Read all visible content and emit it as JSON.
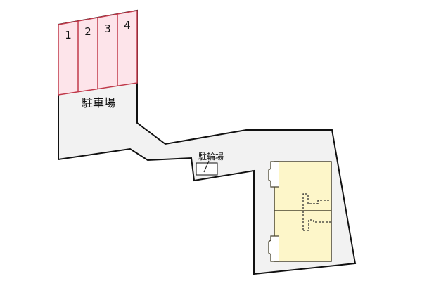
{
  "diagram": {
    "type": "site_plan",
    "colors": {
      "ground": "#f2f2f2",
      "outline": "#111111",
      "parking_fill": "#fde4ea",
      "parking_line": "#c0394a",
      "building_fill": "#fdf6c9",
      "building_line": "#4a4530"
    },
    "parking": {
      "label": "駐車場",
      "spaces": [
        {
          "number": "1"
        },
        {
          "number": "2"
        },
        {
          "number": "3"
        },
        {
          "number": "4"
        }
      ]
    },
    "bicycle_parking": {
      "label": "駐輪場"
    },
    "building": {
      "units": 2
    }
  }
}
